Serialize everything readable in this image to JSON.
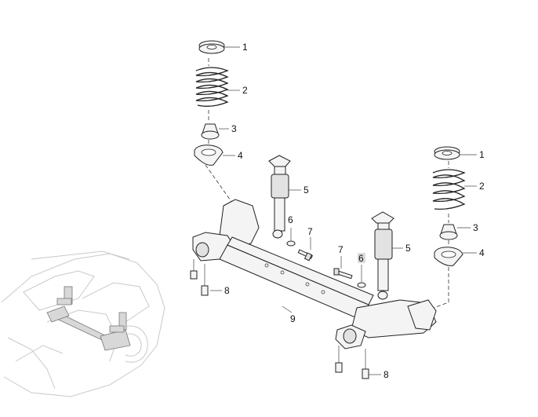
{
  "callouts": [
    {
      "id": "1a",
      "label": "1"
    },
    {
      "id": "2a",
      "label": "2"
    },
    {
      "id": "3a",
      "label": "3"
    },
    {
      "id": "4a",
      "label": "4"
    },
    {
      "id": "5a",
      "label": "5"
    },
    {
      "id": "6a",
      "label": "6"
    },
    {
      "id": "7a",
      "label": "7"
    },
    {
      "id": "8a",
      "label": "8"
    },
    {
      "id": "9a",
      "label": "9"
    },
    {
      "id": "1b",
      "label": "1"
    },
    {
      "id": "2b",
      "label": "2"
    },
    {
      "id": "3b",
      "label": "3"
    },
    {
      "id": "4b",
      "label": "4"
    },
    {
      "id": "5b",
      "label": "5"
    },
    {
      "id": "6b",
      "label": "6"
    },
    {
      "id": "7b",
      "label": "7"
    },
    {
      "id": "8b",
      "label": "8"
    }
  ],
  "colors": {
    "line": "#222222",
    "fill": "#f4f4f4",
    "car": "#c9c9c9",
    "highlight": "#dcdcdc"
  }
}
